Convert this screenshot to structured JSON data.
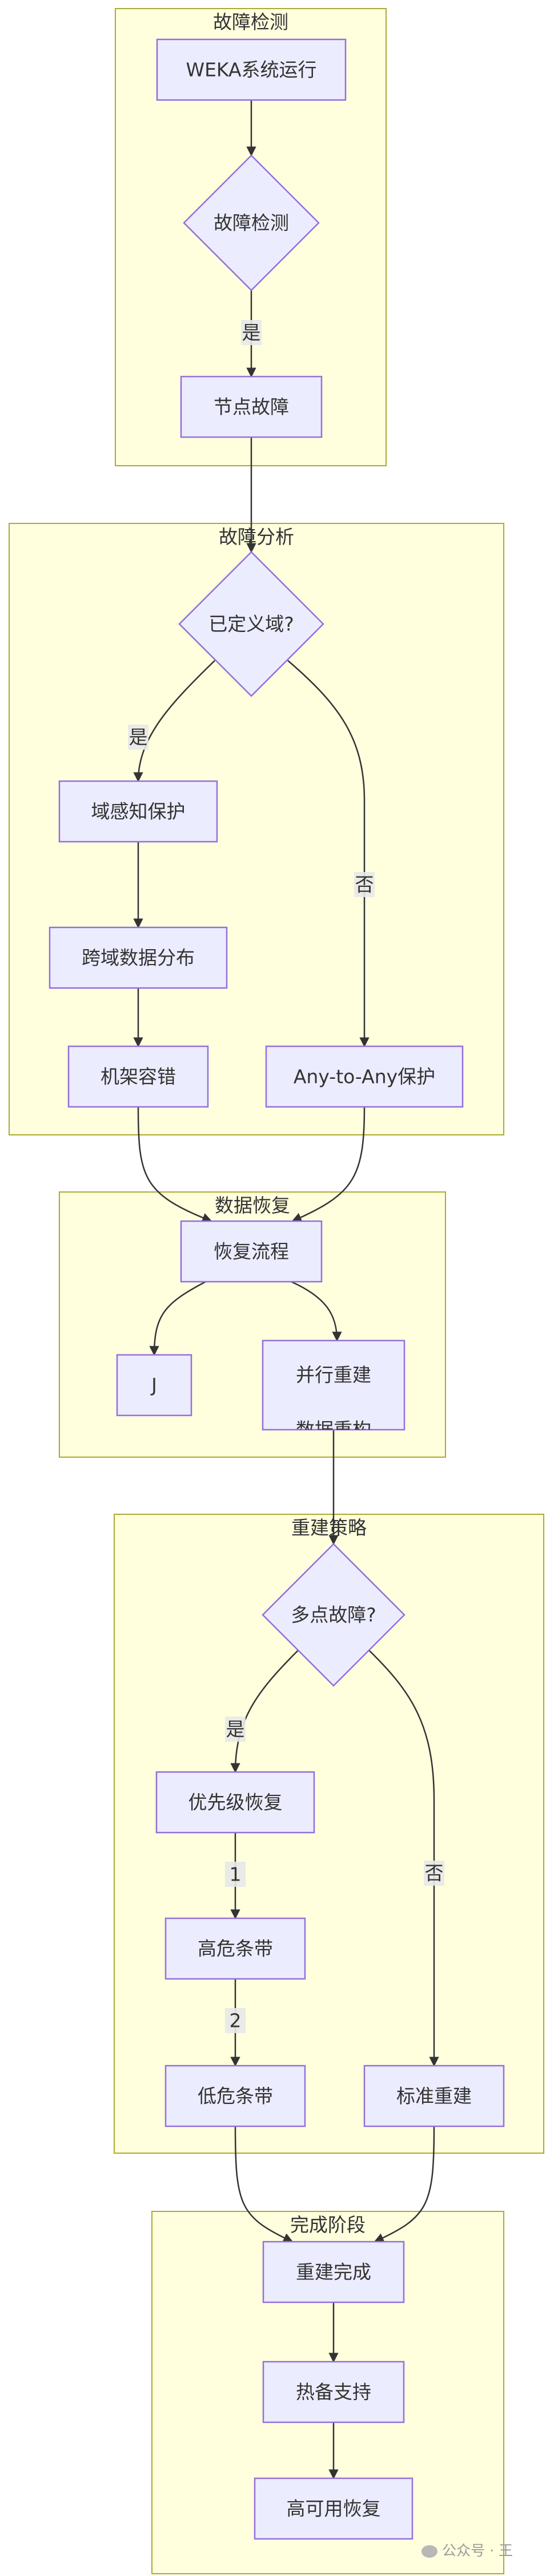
{
  "clusters": [
    {
      "id": "detect",
      "label": "故障检测"
    },
    {
      "id": "analysis",
      "label": "故障分析"
    },
    {
      "id": "recovery",
      "label": "数据恢复"
    },
    {
      "id": "rebuild",
      "label": "重建策略"
    },
    {
      "id": "complete",
      "label": "完成阶段"
    }
  ],
  "nodes": [
    {
      "id": "weka",
      "label": "WEKA系统运行",
      "shape": "rect"
    },
    {
      "id": "detect_d",
      "label": "故障检测",
      "shape": "diamond"
    },
    {
      "id": "node_fail",
      "label": "节点故障",
      "shape": "rect"
    },
    {
      "id": "domain_q",
      "label": "已定义域?",
      "shape": "diamond"
    },
    {
      "id": "domain_aware",
      "label": "域感知保护",
      "shape": "rect"
    },
    {
      "id": "cross_domain",
      "label": "跨域数据分布",
      "shape": "rect"
    },
    {
      "id": "rack",
      "label": "机架容错",
      "shape": "rect"
    },
    {
      "id": "any_to_any",
      "label": "Any-to-Any保护",
      "shape": "rect"
    },
    {
      "id": "recovery_flow",
      "label": "恢复流程",
      "shape": "rect"
    },
    {
      "id": "small_j",
      "label": "J",
      "shape": "rect"
    },
    {
      "id": "parallel",
      "label": "并行重建",
      "label2": "数据重构",
      "shape": "rect"
    },
    {
      "id": "multi_q",
      "label": "多点故障?",
      "shape": "diamond"
    },
    {
      "id": "priority",
      "label": "优先级恢复",
      "shape": "rect"
    },
    {
      "id": "high_risk",
      "label": "高危条带",
      "shape": "rect"
    },
    {
      "id": "low_risk",
      "label": "低危条带",
      "shape": "rect"
    },
    {
      "id": "standard",
      "label": "标准重建",
      "shape": "rect"
    },
    {
      "id": "rebuild_done",
      "label": "重建完成",
      "shape": "rect"
    },
    {
      "id": "hot_spare",
      "label": "热备支持",
      "shape": "rect"
    },
    {
      "id": "ha_recover",
      "label": "高可用恢复",
      "shape": "rect"
    }
  ],
  "edges": [
    {
      "from": "weka",
      "to": "detect_d",
      "label": ""
    },
    {
      "from": "detect_d",
      "to": "node_fail",
      "label": "是"
    },
    {
      "from": "node_fail",
      "to": "domain_q",
      "label": ""
    },
    {
      "from": "domain_q",
      "to": "domain_aware",
      "label": "是"
    },
    {
      "from": "domain_q",
      "to": "any_to_any",
      "label": "否"
    },
    {
      "from": "domain_aware",
      "to": "cross_domain",
      "label": ""
    },
    {
      "from": "cross_domain",
      "to": "rack",
      "label": ""
    },
    {
      "from": "rack",
      "to": "recovery_flow",
      "label": ""
    },
    {
      "from": "any_to_any",
      "to": "recovery_flow",
      "label": ""
    },
    {
      "from": "recovery_flow",
      "to": "small_j",
      "label": ""
    },
    {
      "from": "recovery_flow",
      "to": "parallel",
      "label": ""
    },
    {
      "from": "parallel",
      "to": "multi_q",
      "label": ""
    },
    {
      "from": "multi_q",
      "to": "priority",
      "label": "是"
    },
    {
      "from": "multi_q",
      "to": "standard",
      "label": "否"
    },
    {
      "from": "priority",
      "to": "high_risk",
      "label": "1"
    },
    {
      "from": "high_risk",
      "to": "low_risk",
      "label": "2"
    },
    {
      "from": "low_risk",
      "to": "rebuild_done",
      "label": ""
    },
    {
      "from": "standard",
      "to": "rebuild_done",
      "label": ""
    },
    {
      "from": "rebuild_done",
      "to": "hot_spare",
      "label": ""
    },
    {
      "from": "hot_spare",
      "to": "ha_recover",
      "label": ""
    }
  ],
  "watermark": {
    "text": "公众号 · 王"
  },
  "colors": {
    "node_fill": "#ececff",
    "node_stroke": "#9370db",
    "cluster_fill": "#ffffde",
    "cluster_stroke": "#aaaa33",
    "edge": "#333333"
  }
}
